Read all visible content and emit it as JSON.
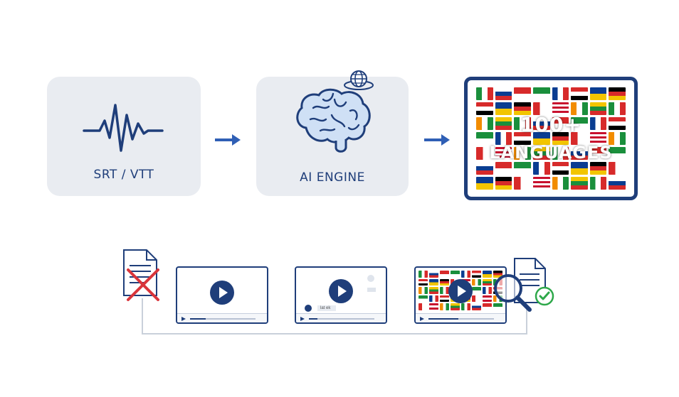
{
  "top_row": {
    "source_label": "SRT / VTT",
    "engine_label": "AI ENGINE",
    "output_label_line1": "100+",
    "output_label_line2": "LANGUAGES"
  },
  "bottom_row": {
    "caption_tag": "lat ek"
  },
  "colors": {
    "primary_navy": "#1f3e7a",
    "accent_blue": "#2f5fb5",
    "card_gray": "#e9ecf1",
    "reject_red": "#d9353b",
    "check_green": "#2ea84a"
  },
  "icons": [
    "waveform-icon",
    "brain-icon",
    "globe-icon",
    "arrow-right-icon",
    "document-icon",
    "cross-icon",
    "play-icon",
    "magnifier-icon",
    "checkmark-icon"
  ]
}
